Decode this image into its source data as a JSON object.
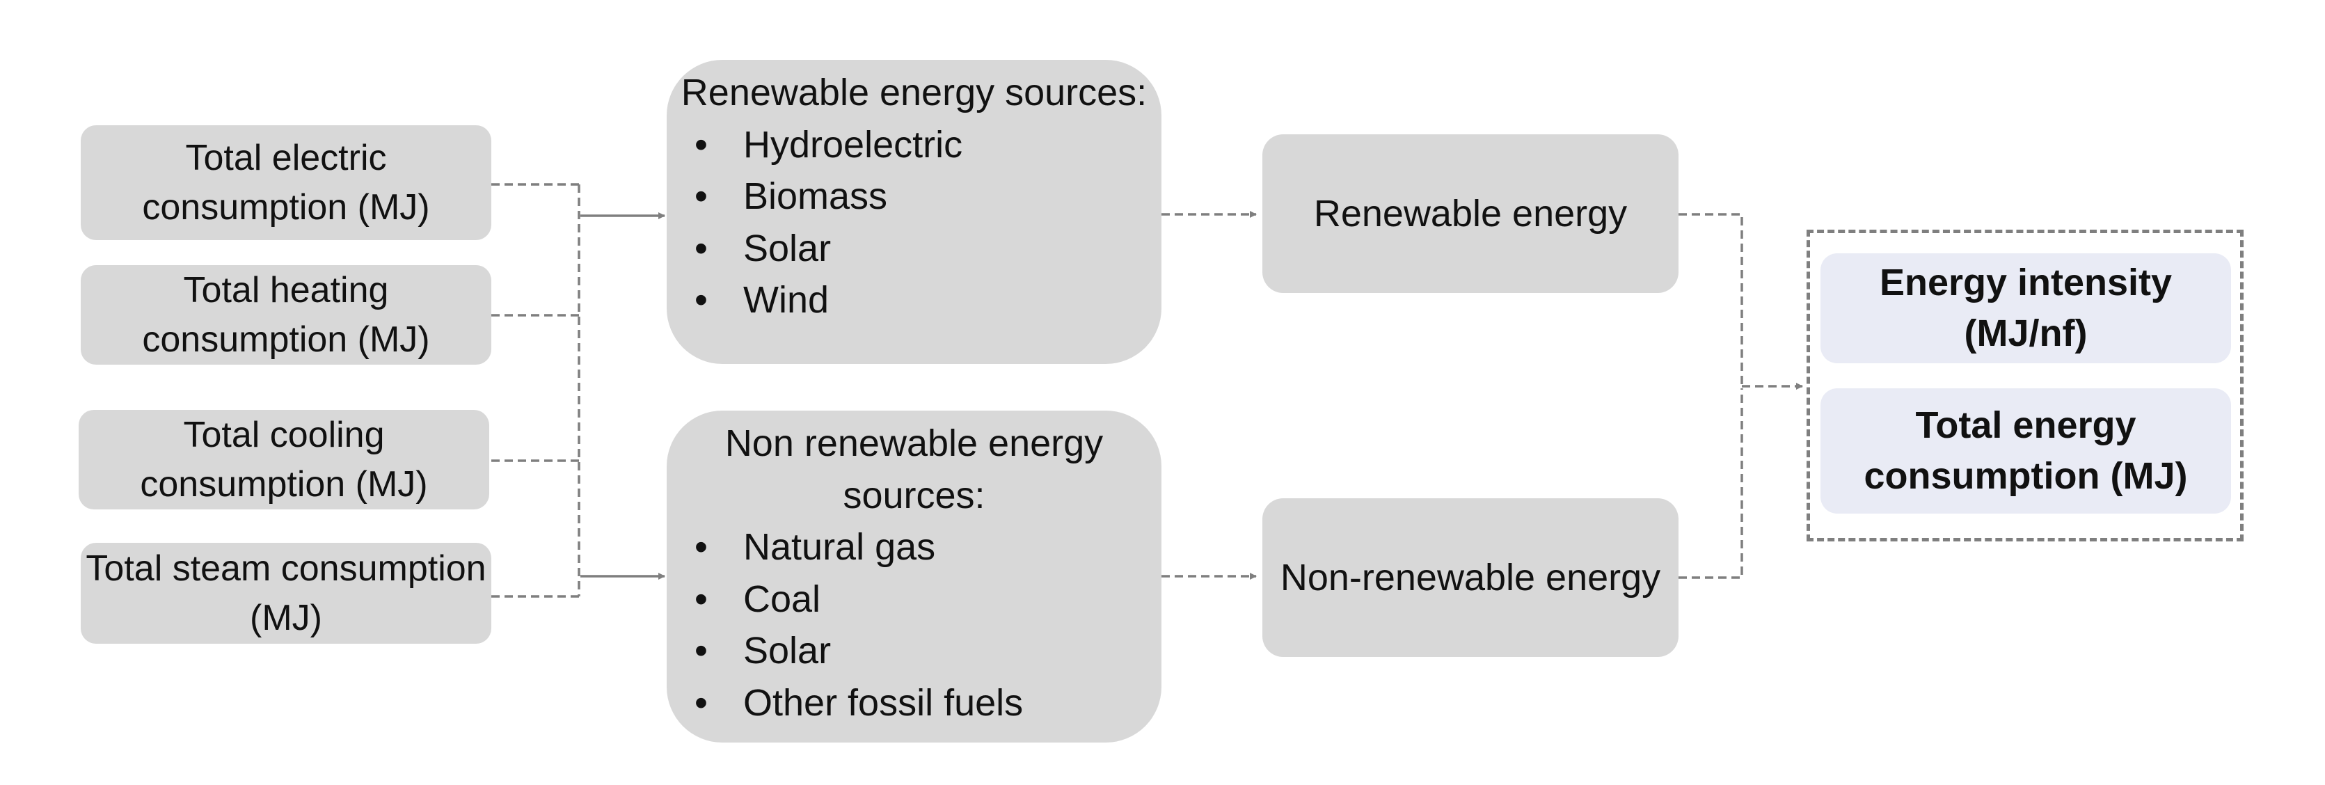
{
  "inputs": [
    "Total electric consumption (MJ)",
    "Total heating consumption (MJ)",
    "Total cooling consumption (MJ)",
    "Total steam consumption (MJ)"
  ],
  "renewable_sources": {
    "title": "Renewable energy sources:",
    "items": [
      "Hydroelectric",
      "Biomass",
      "Solar",
      "Wind"
    ]
  },
  "nonrenewable_sources": {
    "title": "Non renewable energy sources:",
    "items": [
      "Natural gas",
      "Coal",
      "Solar",
      "Other fossil fuels"
    ]
  },
  "renewable_energy": "Renewable energy",
  "nonrenewable_energy": "Non-renewable energy",
  "outcomes": [
    "Energy intensity (MJ/nf)",
    "Total energy consumption (MJ)"
  ],
  "colors": {
    "box_fill": "#d8d8d8",
    "outcome_fill": "#e9ebf5",
    "connector": "#7f7f7f"
  }
}
